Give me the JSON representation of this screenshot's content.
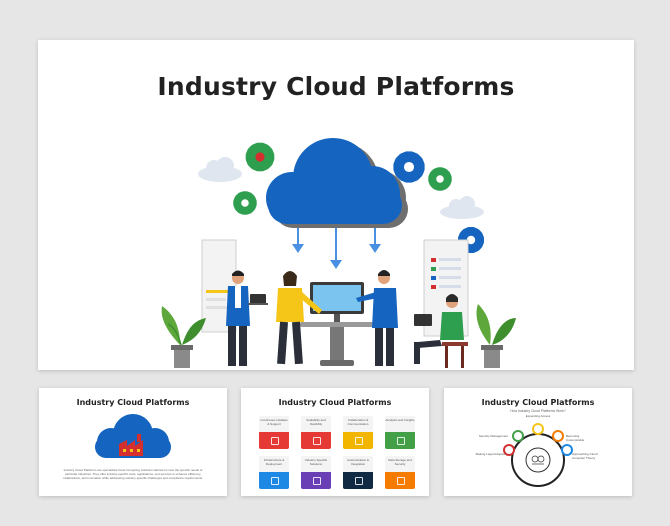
{
  "main_slide": {
    "title": "Industry Cloud Platforms"
  },
  "thumbnails": [
    {
      "title": "Industry Cloud Platforms",
      "body_lines": [
        "Industry Cloud Platforms are specialized cloud computing solutions tailored to meet the specific needs of",
        "particular industries. They offer industry-specific tools, applications, and services to enhance efficiency,",
        "collaboration, and innovation while addressing industry-specific challenges and compliance requirements."
      ]
    },
    {
      "title": "Industry Cloud Platforms",
      "tiles": [
        {
          "label": "Continuous Updates & Support",
          "color": "#e53935"
        },
        {
          "label": "Scalability and Flexibility",
          "color": "#e53935"
        },
        {
          "label": "Collaboration & Communication",
          "color": "#f2b600"
        },
        {
          "label": "Analytics and Insights",
          "color": "#43a047"
        },
        {
          "label": "Infrastructure & Deployment",
          "color": "#1e88e5"
        },
        {
          "label": "Industry-Specific Solutions",
          "color": "#6a3fb5"
        },
        {
          "label": "Customization & Integration",
          "color": "#102a43"
        },
        {
          "label": "Data Storage and Security",
          "color": "#f57c00"
        }
      ]
    },
    {
      "title": "Industry Cloud Platforms",
      "subtitle": "How Industry Cloud Platforms Work?",
      "labels": [
        "Expanding Access",
        "Security Management",
        "Becoming Customizable",
        "Making Legal Adoption",
        "Approaching Cloud Computer Theory"
      ]
    }
  ],
  "colors": {
    "cloud": "#1565c0",
    "cloud_shadow": "#6e6e6e",
    "gear_green": "#2e9e4f",
    "gear_blue": "#1565c0",
    "arrow": "#4a90e2",
    "accent_yellow": "#f5c518",
    "accent_red": "#d32f2f"
  },
  "icons": [
    "gear-icon",
    "cloud-icon",
    "down-arrow-icon",
    "laptop-icon",
    "plant-icon",
    "monitor-icon",
    "factory-icon"
  ]
}
